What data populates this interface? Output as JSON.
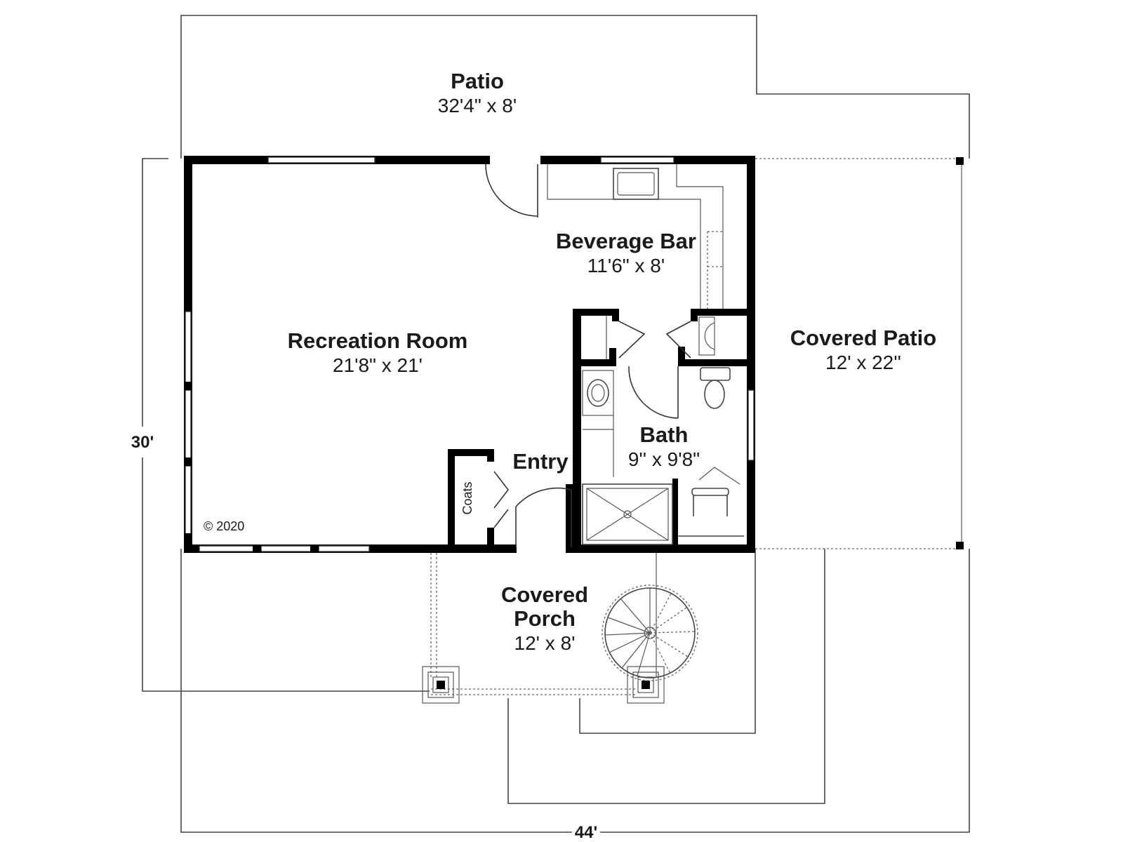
{
  "rooms": {
    "patio": {
      "name": "Patio",
      "size": "32'4\" x 8'"
    },
    "beverage_bar": {
      "name": "Beverage Bar",
      "size": "11'6\" x 8'"
    },
    "recreation_room": {
      "name": "Recreation Room",
      "size": "21'8\" x 21'"
    },
    "covered_patio": {
      "name": "Covered Patio",
      "size": "12' x 22''"
    },
    "bath": {
      "name": "Bath",
      "size": "9'' x 9'8\""
    },
    "entry": {
      "name": "Entry"
    },
    "coats": {
      "name": "Coats"
    },
    "covered_porch": {
      "name_line1": "Covered",
      "name_line2": "Porch",
      "size": "12' x 8'"
    }
  },
  "dimensions": {
    "depth": "30'",
    "width": "44'"
  },
  "copyright": "© 2020"
}
